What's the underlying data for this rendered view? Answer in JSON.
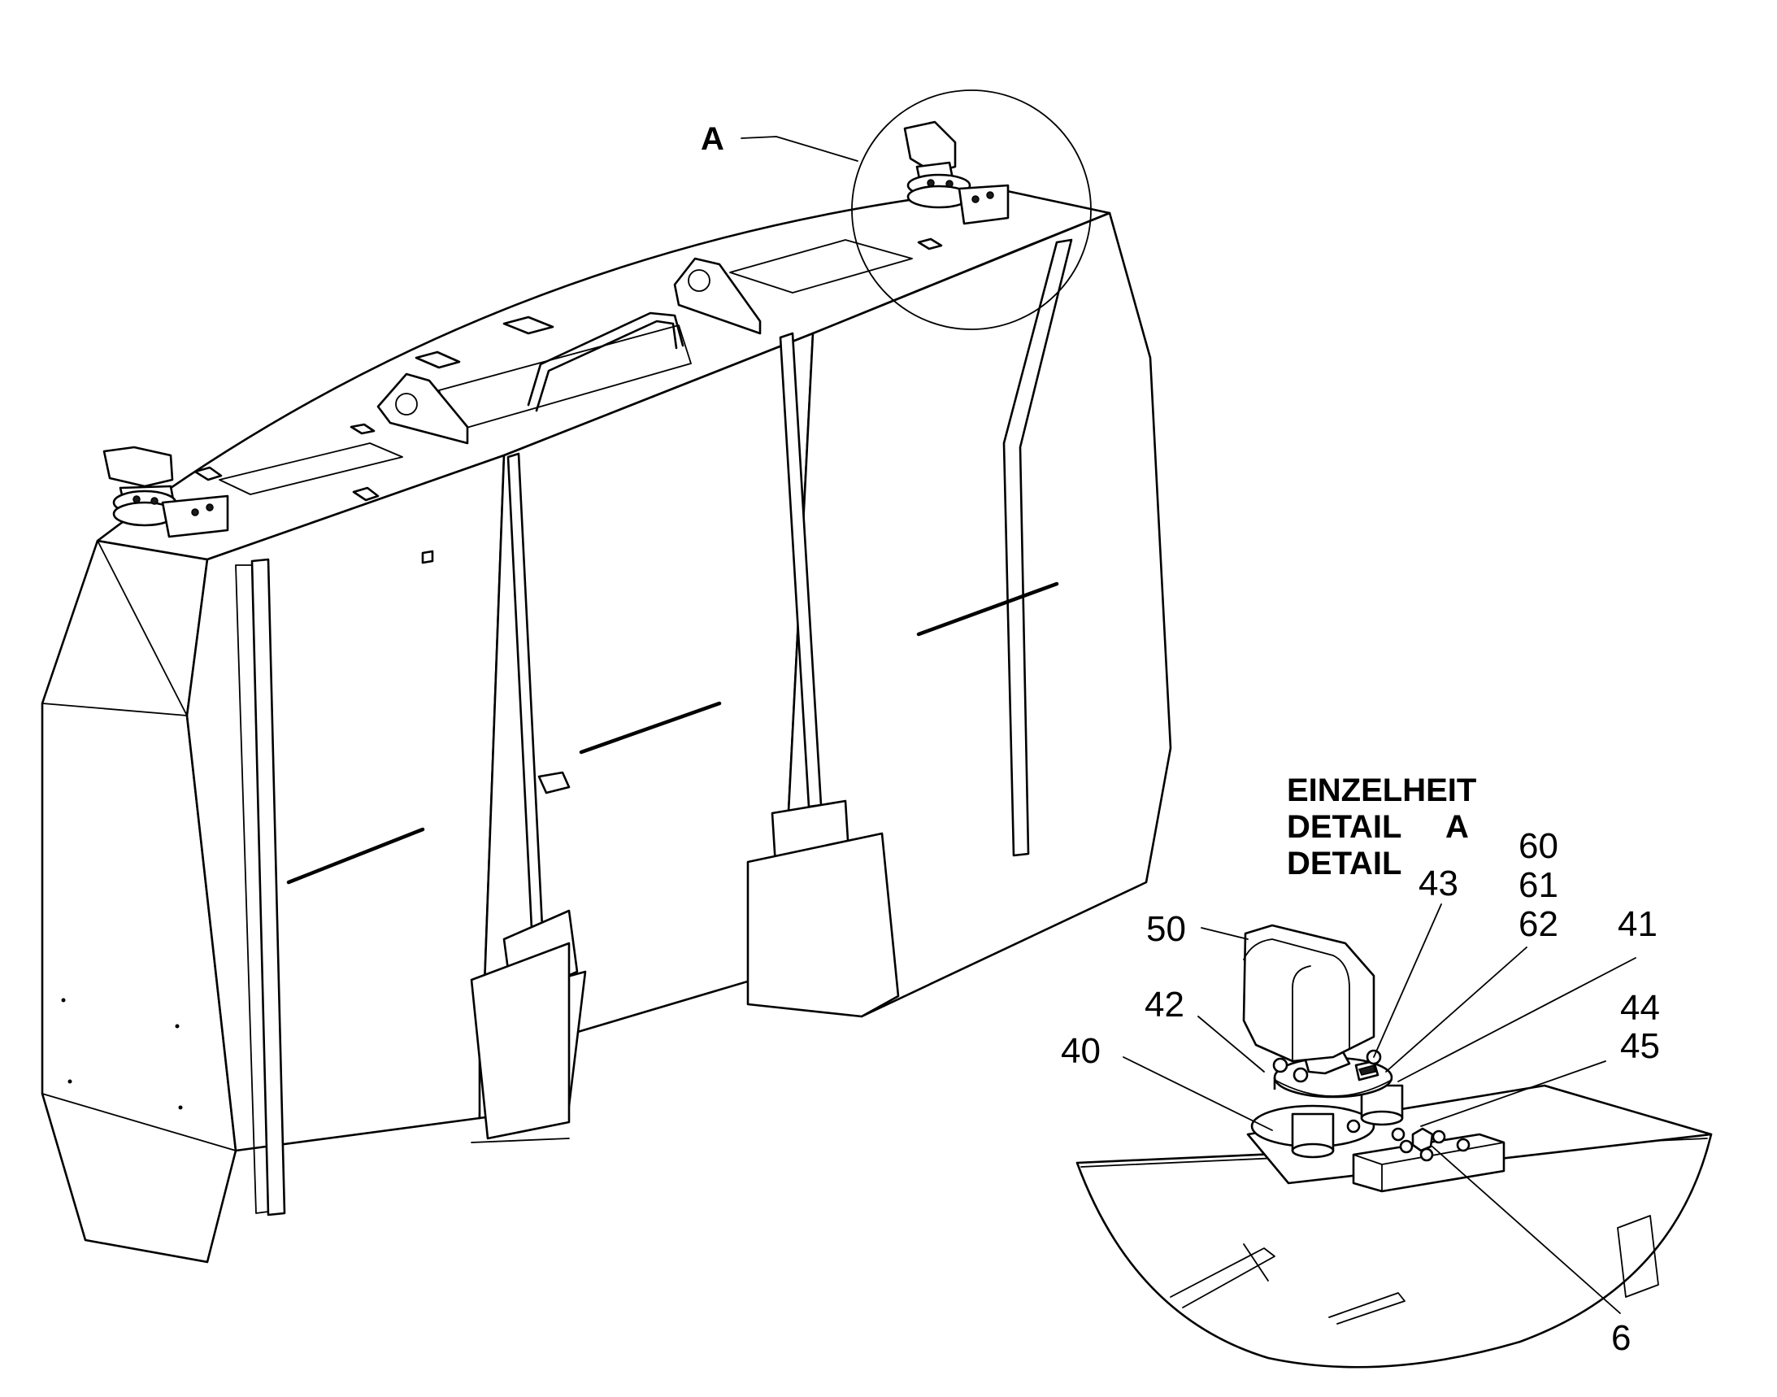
{
  "callouts": {
    "detail_marker": "A",
    "detail_title_line1": "EINZELHEIT",
    "detail_title_line2": "DETAIL",
    "detail_title_line2_suffix": "A",
    "detail_title_line3": "DETAIL",
    "part_50": "50",
    "part_42": "42",
    "part_40": "40",
    "part_43": "43",
    "part_60": "60",
    "part_61": "61",
    "part_62": "62",
    "part_41": "41",
    "part_44": "44",
    "part_45": "45",
    "part_6": "6"
  }
}
